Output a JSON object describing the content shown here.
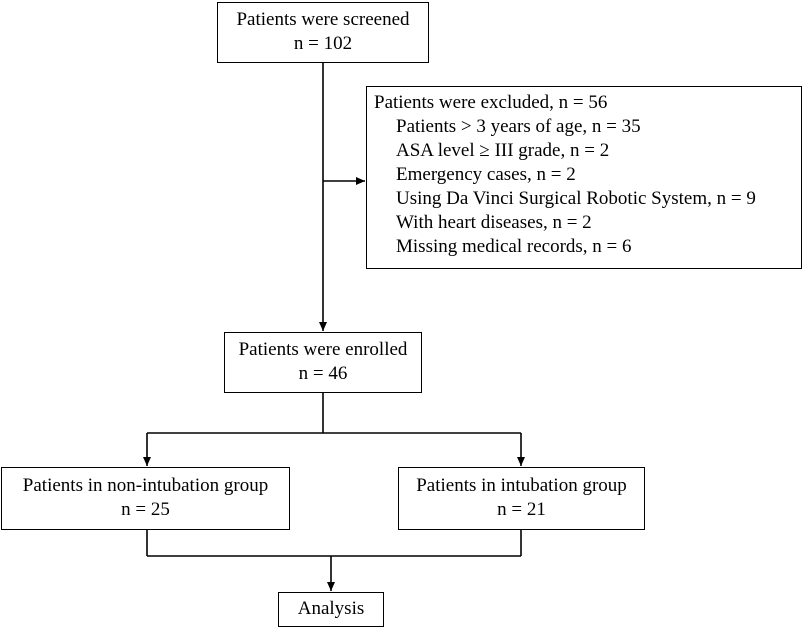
{
  "screened": {
    "title": "Patients were screened",
    "count": "n = 102"
  },
  "excluded": {
    "title": "Patients were excluded, n = 56",
    "reasons": [
      "Patients > 3 years of age, n = 35",
      "ASA level ≥ III grade, n = 2",
      "Emergency cases, n = 2",
      "Using Da Vinci Surgical Robotic System, n = 9",
      "With heart diseases, n = 2",
      "Missing medical records, n = 6"
    ]
  },
  "enrolled": {
    "title": "Patients were enrolled",
    "count": "n = 46"
  },
  "non_intubation": {
    "title": "Patients in non-intubation group",
    "count": "n = 25"
  },
  "intubation": {
    "title": "Patients in intubation group",
    "count": "n = 21"
  },
  "analysis": {
    "title": "Analysis"
  }
}
